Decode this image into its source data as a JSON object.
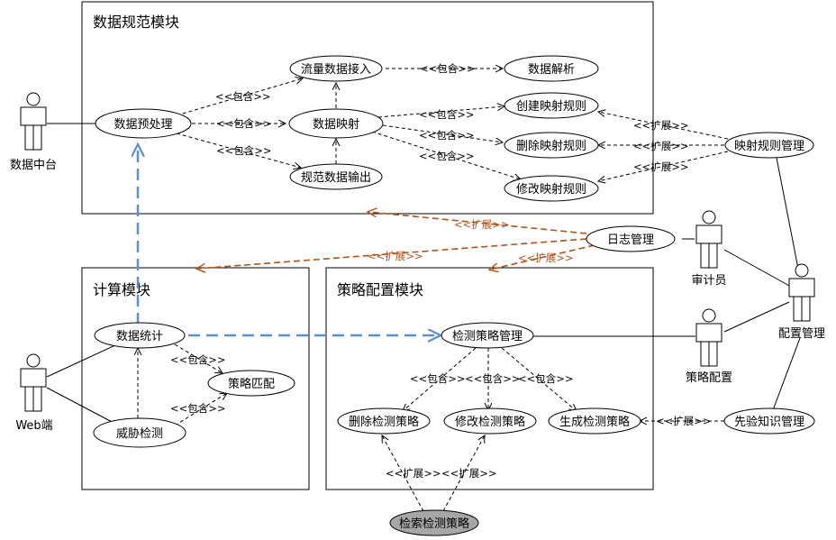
{
  "modules": {
    "spec": "数据规范模块",
    "compute": "计算模块",
    "strategy": "策略配置模块"
  },
  "actors": {
    "data_platform": "数据中台",
    "web": "Web端",
    "auditor": "审计员",
    "strategy_config": "策略配置",
    "config_mgmt": "配置管理"
  },
  "usecases": {
    "stream_access": "流量数据接入",
    "data_parse": "数据解析",
    "preprocess": "数据预处理",
    "mapping": "数据映射",
    "create_rule": "创建映射规则",
    "delete_rule": "删除映射规则",
    "modify_rule": "修改映射规则",
    "spec_output": "规范数据输出",
    "rule_mgmt": "映射规则管理",
    "log_mgmt": "日志管理",
    "stats": "数据统计",
    "match": "策略匹配",
    "threat": "威胁检测",
    "detect_mgmt": "检测策略管理",
    "delete_detect": "删除检测策略",
    "modify_detect": "修改检测策略",
    "gen_detect": "生成检测策略",
    "prior_mgmt": "先验知识管理",
    "search_detect": "检索检测策略"
  },
  "labels": {
    "include": "<<包含>>",
    "extend": "<<扩展>>"
  },
  "colors": {
    "line": "#000000",
    "extend_brown": "#b0521c",
    "flow_blue": "#5b8fd0",
    "search_fill": "#a6a6a6"
  }
}
